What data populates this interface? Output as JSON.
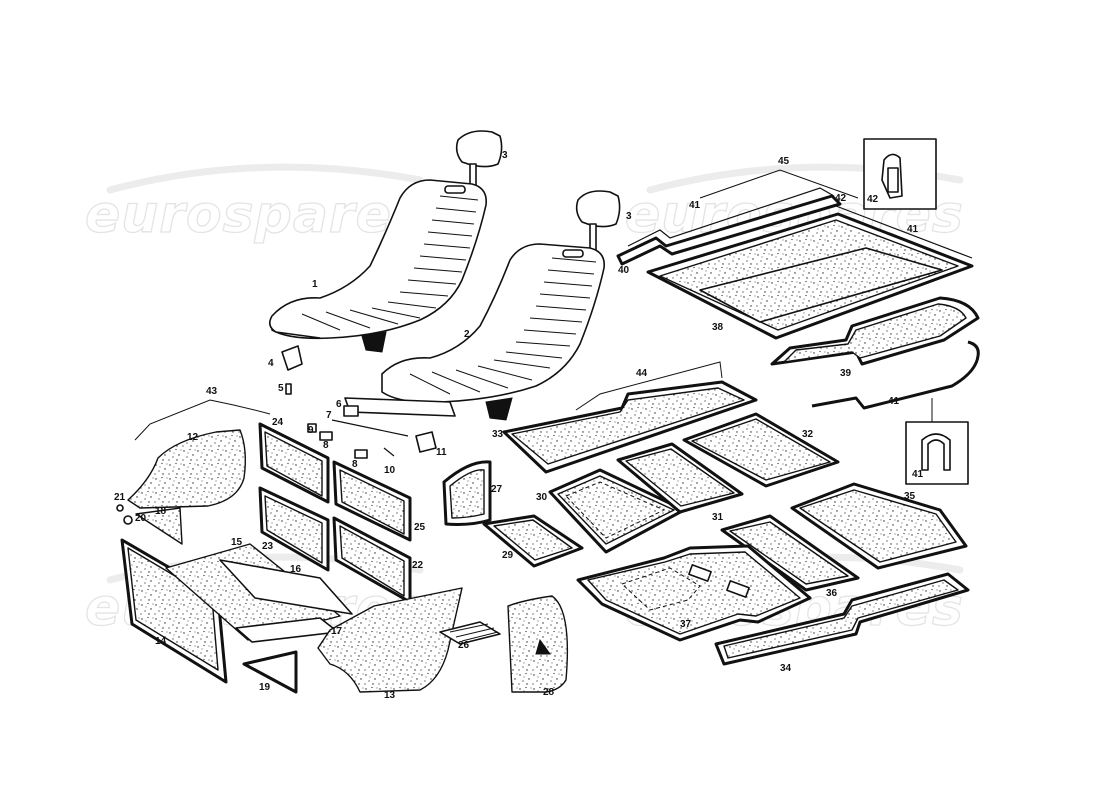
{
  "watermark": {
    "text": "eurospares"
  },
  "callouts": {
    "n1": "1",
    "n2": "2",
    "n3": "3",
    "n4": "4",
    "n5": "5",
    "n6": "6",
    "n7": "7",
    "n8": "8",
    "n9": "9",
    "n10": "10",
    "n11": "11",
    "n12": "12",
    "n13": "13",
    "n14": "14",
    "n15": "15",
    "n16": "16",
    "n17": "17",
    "n18": "18",
    "n19": "19",
    "n20": "20",
    "n21": "21",
    "n22": "22",
    "n23": "23",
    "n24": "24",
    "n25": "25",
    "n26": "26",
    "n27": "27",
    "n28": "28",
    "n29": "29",
    "n30": "30",
    "n31": "31",
    "n32": "32",
    "n33": "33",
    "n34": "34",
    "n35": "35",
    "n36": "36",
    "n37": "37",
    "n38": "38",
    "n39": "39",
    "n40": "40",
    "n41": "41",
    "n42": "42",
    "n43": "43",
    "n44": "44",
    "n45": "45"
  }
}
